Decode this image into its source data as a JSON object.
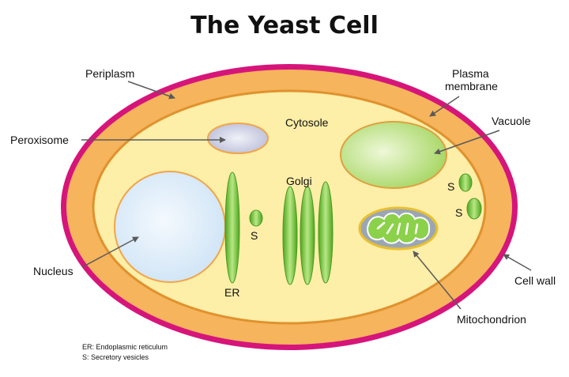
{
  "title": "The Yeast Cell",
  "labels": {
    "periplasm": "Periplasm",
    "plasma_membrane_line1": "Plasma",
    "plasma_membrane_line2": "membrane",
    "cytosole": "Cytosole",
    "vacuole": "Vacuole",
    "peroxisome": "Peroxisome",
    "golgi": "Golgi",
    "s_right_top": "S",
    "s_right_bottom": "S",
    "s_center": "S",
    "nucleus": "Nucleus",
    "er": "ER",
    "cell_wall": "Cell wall",
    "mitochondrion": "Mitochondrion"
  },
  "legend": {
    "er": "ER: Endoplasmic reticulum",
    "s": "S: Secretory vesicles"
  },
  "colors": {
    "cell_wall": "#d6157a",
    "periplasm": "#f6b45c",
    "cytosol": "#fdeea8",
    "membrane_stroke": "#e0922e",
    "nucleus": "#e4f1fb",
    "vacuole": "#cde89a",
    "organelle_green": "#6fc230",
    "peroxisome": "#d8dbec",
    "mito_outer": "#9aa6b3",
    "mito_inner": "#8bd14a",
    "arrow": "#5a5a5a"
  }
}
